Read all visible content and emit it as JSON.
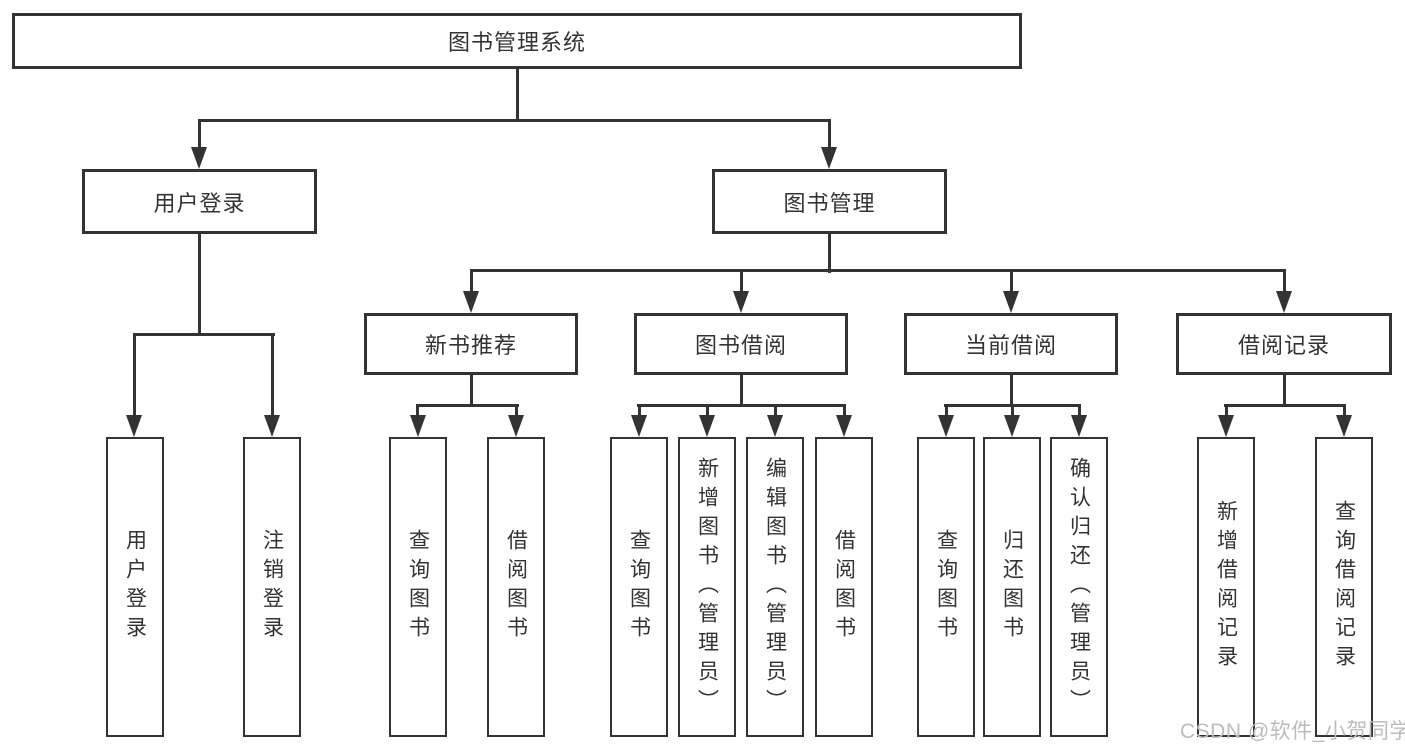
{
  "diagram": {
    "root": {
      "label": "图书管理系统"
    },
    "user_login": {
      "label": "用户登录",
      "children": [
        {
          "label": "用户登录"
        },
        {
          "label": "注销登录"
        }
      ]
    },
    "book_mgmt": {
      "label": "图书管理",
      "children": [
        {
          "label": "新书推荐",
          "children": [
            {
              "label": "查询图书"
            },
            {
              "label": "借阅图书"
            }
          ]
        },
        {
          "label": "图书借阅",
          "children": [
            {
              "label": "查询图书"
            },
            {
              "label": "新增图书（管理员）"
            },
            {
              "label": "编辑图书（管理员）"
            },
            {
              "label": "借阅图书"
            }
          ]
        },
        {
          "label": "当前借阅",
          "children": [
            {
              "label": "查询图书"
            },
            {
              "label": "归还图书"
            },
            {
              "label": "确认归还（管理员）"
            }
          ]
        },
        {
          "label": "借阅记录",
          "children": [
            {
              "label": "新增借阅记录"
            },
            {
              "label": "查询借阅记录"
            }
          ]
        }
      ]
    }
  },
  "watermark": {
    "text": "CSDN @软件_小贺同学"
  },
  "colors": {
    "line": "#333333",
    "text": "#333333",
    "background": "#ffffff",
    "watermark": "#bcbcbc"
  }
}
